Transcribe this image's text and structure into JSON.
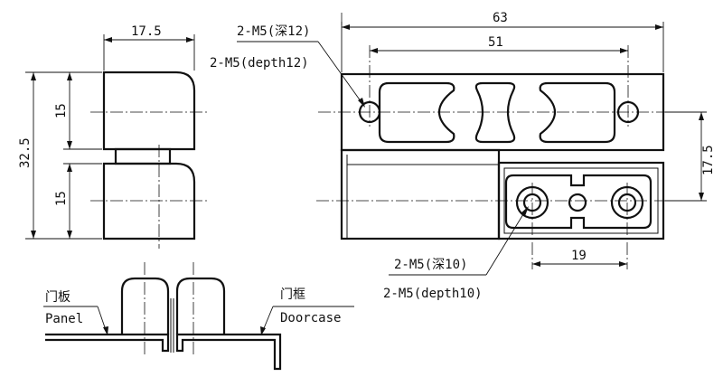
{
  "dimensions": {
    "side_width": "17.5",
    "side_height_total": "32.5",
    "side_upper_leaf": "15",
    "side_lower_leaf": "15",
    "front_overall_width": "63",
    "front_hole_spacing_upper": "51",
    "front_height_offset": "17.5",
    "front_hole_spacing_lower": "19"
  },
  "callouts": {
    "upper_holes_cn": "2-M5(深12)",
    "upper_holes_en": "2-M5(depth12)",
    "lower_holes_cn": "2-M5(深10)",
    "lower_holes_en": "2-M5(depth10)"
  },
  "install_labels": {
    "panel_cn": "门板",
    "panel_en": "Panel",
    "frame_cn": "门框",
    "frame_en": "Doorcase"
  }
}
